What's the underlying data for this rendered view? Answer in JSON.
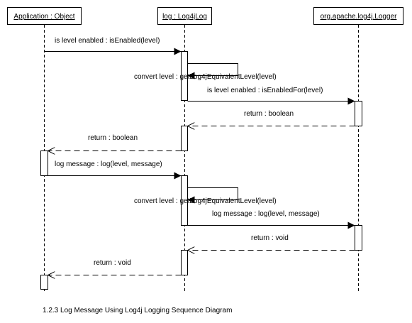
{
  "lifelines": [
    {
      "id": "app",
      "title": "Application : Object"
    },
    {
      "id": "log",
      "title": "log : Log4jLog"
    },
    {
      "id": "logger",
      "title": "org.apache.log4j.Logger"
    }
  ],
  "messages": [
    {
      "from": "app",
      "to": "log",
      "kind": "call",
      "label": "is level enabled : isEnabled(level)"
    },
    {
      "from": "log",
      "to": "log",
      "kind": "self",
      "label": "convert level : getLog4jEquivalentLevel(level)"
    },
    {
      "from": "log",
      "to": "logger",
      "kind": "call",
      "label": "is level enabled : isEnabledFor(level)"
    },
    {
      "from": "logger",
      "to": "log",
      "kind": "return",
      "label": "return : boolean"
    },
    {
      "from": "log",
      "to": "app",
      "kind": "return",
      "label": "return : boolean"
    },
    {
      "from": "app",
      "to": "log",
      "kind": "call",
      "label": "log message : log(level, message)"
    },
    {
      "from": "log",
      "to": "log",
      "kind": "self",
      "label": "convert level : getLog4jEquivalentLevel(level)"
    },
    {
      "from": "log",
      "to": "logger",
      "kind": "call",
      "label": "log message : log(level, message)"
    },
    {
      "from": "logger",
      "to": "log",
      "kind": "return",
      "label": "return : void"
    },
    {
      "from": "log",
      "to": "app",
      "kind": "return",
      "label": "return : void"
    }
  ],
  "caption": "1.2.3 Log Message Using Log4j Logging Sequence Diagram"
}
